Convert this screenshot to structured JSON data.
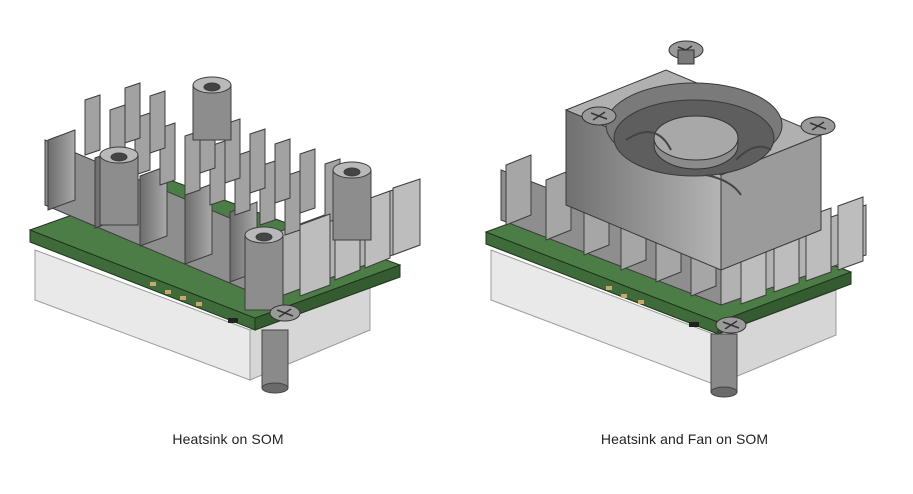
{
  "figures": [
    {
      "caption": "Heatsink on SOM",
      "icon": "heatsink-on-som-render"
    },
    {
      "caption": "Heatsink and Fan on SOM",
      "icon": "heatsink-fan-on-som-render"
    }
  ],
  "colors": {
    "metal_light": "#b3b3b3",
    "metal_mid": "#8f8f8f",
    "metal_dark": "#5a5a5a",
    "pcb_green": "#3f6b3a",
    "pcb_dark": "#2c4b29",
    "module_white": "#e6e6e6"
  }
}
